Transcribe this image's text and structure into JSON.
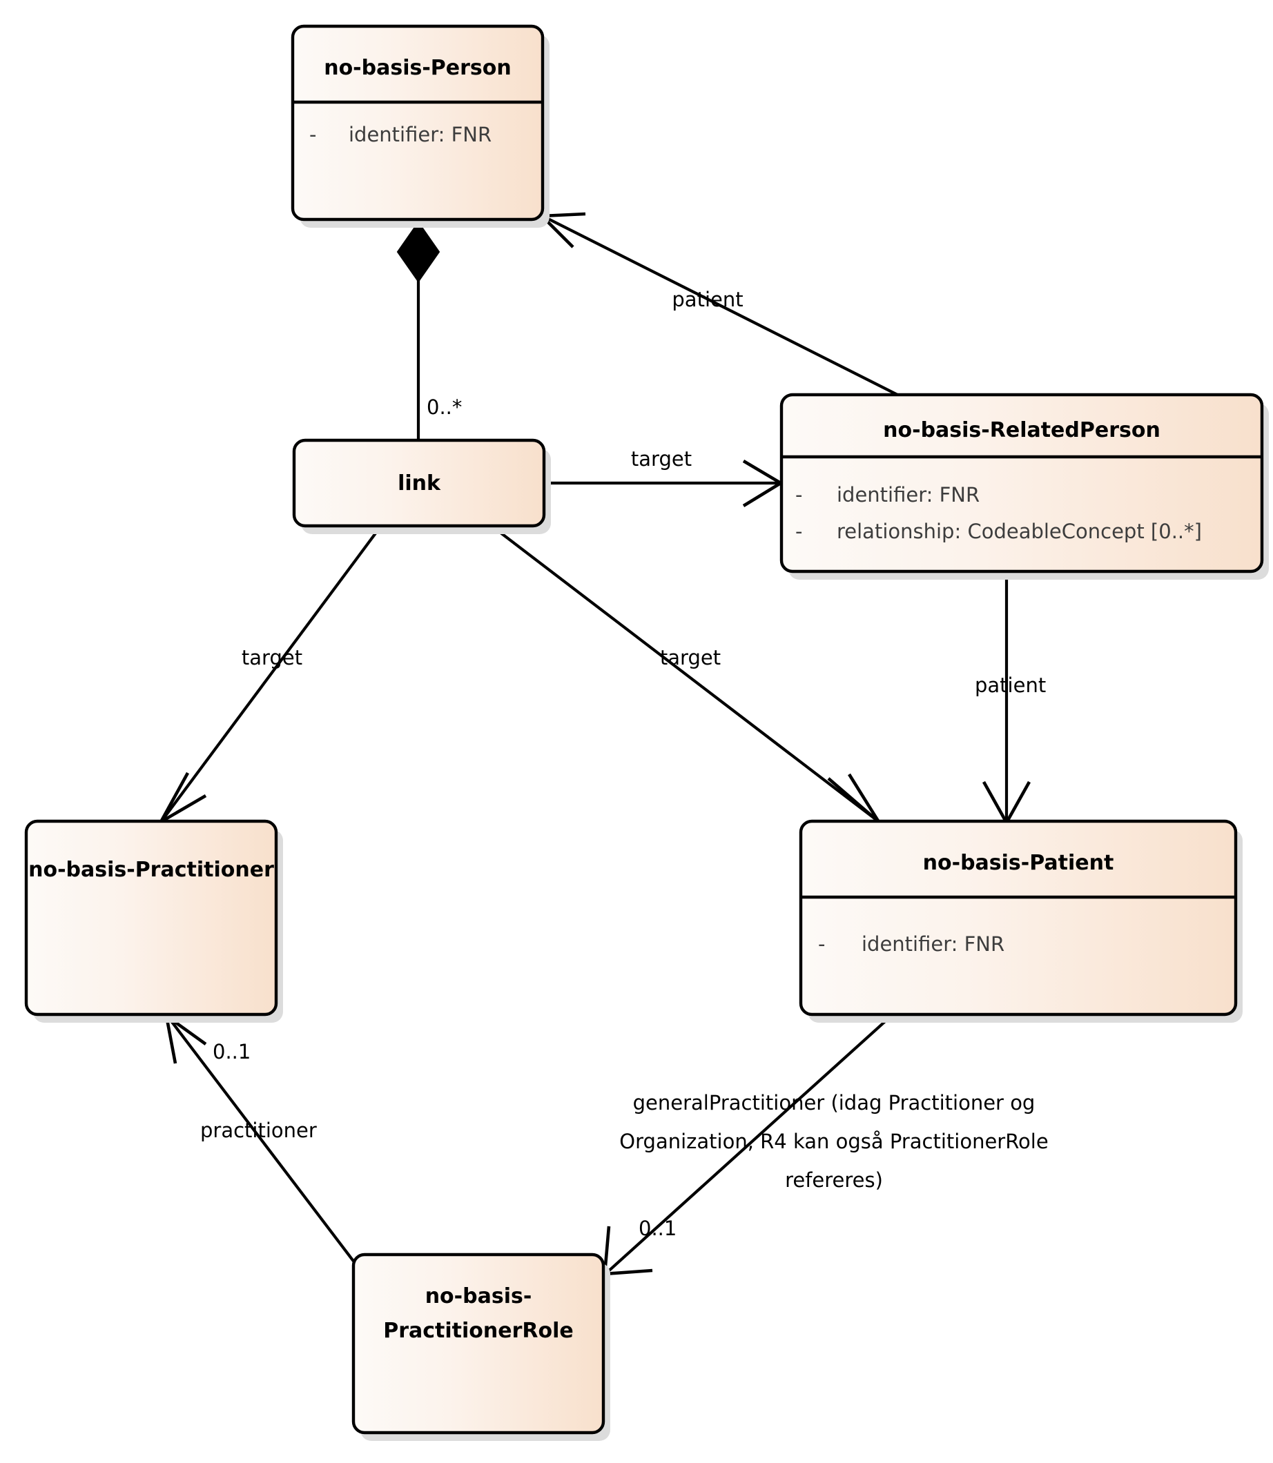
{
  "diagram": {
    "type": "uml-class-diagram",
    "background_color": "#ffffff",
    "box_fill_light": "#FDF7F3",
    "box_fill_dark": "#F9E1CE",
    "box_border_color": "#000000",
    "shadow_color": "#dcdcdc",
    "text_color": "#000000",
    "attribute_text_color": "#3d3d3d"
  },
  "classes": {
    "person": {
      "name": "no-basis-Person",
      "attributes": [
        {
          "visibility": "-",
          "text": "identifier: FNR"
        }
      ]
    },
    "related_person": {
      "name": "no-basis-RelatedPerson",
      "attributes": [
        {
          "visibility": "-",
          "text": "identifier: FNR"
        },
        {
          "visibility": "-",
          "text": "relationship: CodeableConcept [0..*]"
        }
      ]
    },
    "link": {
      "name": "link",
      "attributes": []
    },
    "practitioner": {
      "name": "no-basis-Practitioner",
      "attributes": []
    },
    "patient": {
      "name": "no-basis-Patient",
      "attributes": [
        {
          "visibility": "-",
          "text": "identifier: FNR"
        }
      ]
    },
    "practitioner_role": {
      "name_line1": "no-basis-",
      "name_line2": "PractitionerRole",
      "attributes": []
    }
  },
  "edges": {
    "person_link": {
      "label": "0..*",
      "kind": "composition",
      "from": "no-basis-Person",
      "to": "link"
    },
    "link_related_person": {
      "label": "target",
      "kind": "association",
      "from": "link",
      "to": "no-basis-RelatedPerson"
    },
    "link_practitioner": {
      "label": "target",
      "kind": "association",
      "from": "link",
      "to": "no-basis-Practitioner"
    },
    "link_patient": {
      "label": "target",
      "kind": "association",
      "from": "link",
      "to": "no-basis-Patient"
    },
    "related_person_person": {
      "label": "patient",
      "kind": "association",
      "from": "no-basis-RelatedPerson",
      "to": "no-basis-Person"
    },
    "related_person_patient": {
      "label": "patient",
      "kind": "association",
      "from": "no-basis-RelatedPerson",
      "to": "no-basis-Patient"
    },
    "role_practitioner": {
      "label": "practitioner",
      "multiplicity": "0..1",
      "kind": "association",
      "from": "no-basis-PractitionerRole",
      "to": "no-basis-Practitioner"
    },
    "patient_role": {
      "label_line1": "generalPractitioner (idag Practitioner og",
      "label_line2": "Organization, R4 kan også PractitionerRole",
      "label_line3": "refereres)",
      "multiplicity": "0..1",
      "kind": "association",
      "from": "no-basis-Patient",
      "to": "no-basis-PractitionerRole"
    }
  }
}
